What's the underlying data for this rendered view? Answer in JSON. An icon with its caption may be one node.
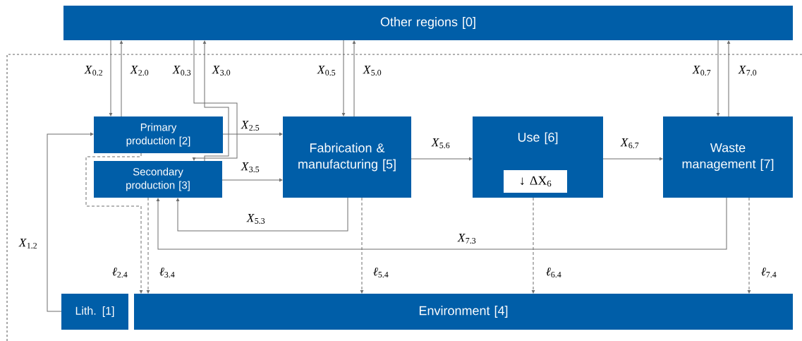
{
  "diagram": {
    "nodes": [
      {
        "text": [
          "Other regions [0]"
        ]
      },
      {
        "text": [
          "Lith. [1]"
        ]
      },
      {
        "text": [
          "Primary production [2]"
        ]
      },
      {
        "text": [
          "Secondary production [3]"
        ]
      },
      {
        "text": [
          "Environment [4]"
        ]
      },
      {
        "text": [
          "Fabrication & manufacturing [5]"
        ]
      },
      {
        "text": [
          "Use [6]"
        ]
      },
      {
        "text": [
          "Waste management [7]"
        ]
      },
      {
        "text": [
          "↓ ΔX$_{6}$"
        ],
        "in": 6
      }
    ],
    "edges": [
      {
        "from": 0,
        "to": 2,
        "arrow": "to",
        "label": "*X*$_{0.2}$"
      },
      {
        "from": 2,
        "to": 0,
        "arrow": "to",
        "label": "*X*$_{2.0}$"
      },
      {
        "from": 0,
        "to": 3,
        "arrow": "to",
        "label": "*X*$_{0.3}$"
      },
      {
        "from": 3,
        "to": 0,
        "arrow": "to",
        "label": "*X*$_{3.0}$"
      },
      {
        "from": 0,
        "to": 5,
        "arrow": "to",
        "label": "*X*$_{0.5}$"
      },
      {
        "from": 5,
        "to": 0,
        "arrow": "to",
        "label": "*X*$_{5.0}$"
      },
      {
        "from": 0,
        "to": 7,
        "arrow": "to",
        "label": "*X*$_{0.7}$"
      },
      {
        "from": 7,
        "to": 0,
        "arrow": "to",
        "label": "*X*$_{7.0}$"
      },
      {
        "from": 1,
        "to": 2,
        "arrow": "to",
        "label": "*X*$_{1.2}$"
      },
      {
        "from": 2,
        "to": 5,
        "arrow": "to",
        "label": "*X*$_{2.5}$"
      },
      {
        "from": 3,
        "to": 5,
        "arrow": "to",
        "label": "*X*$_{3.5}$"
      },
      {
        "from": 5,
        "to": 6,
        "arrow": "to",
        "label": "*X*$_{5.6}$"
      },
      {
        "from": 6,
        "to": 7,
        "arrow": "to",
        "label": "*X*$_{6.7}$"
      },
      {
        "from": 5,
        "to": 3,
        "arrow": "to",
        "label": "*X*$_{5.3}$"
      },
      {
        "from": 7,
        "to": 3,
        "arrow": "to",
        "label": "*X*$_{7.3}$"
      },
      {
        "from": 2,
        "to": 4,
        "arrow": "to",
        "style": "dashed",
        "label": "*ℓ*$_{2.4}$"
      },
      {
        "from": 3,
        "to": 4,
        "arrow": "to",
        "style": "dashed",
        "label": "*ℓ*$_{3.4}$"
      },
      {
        "from": 5,
        "to": 4,
        "arrow": "to",
        "style": "dashed",
        "label": "*ℓ*$_{5.4}$"
      },
      {
        "from": 6,
        "to": 4,
        "arrow": "to",
        "style": "dashed",
        "label": "*ℓ*$_{6.4}$"
      },
      {
        "from": 7,
        "to": 4,
        "arrow": "to",
        "style": "dashed",
        "label": "*ℓ*$_{7.4}$"
      }
    ]
  }
}
